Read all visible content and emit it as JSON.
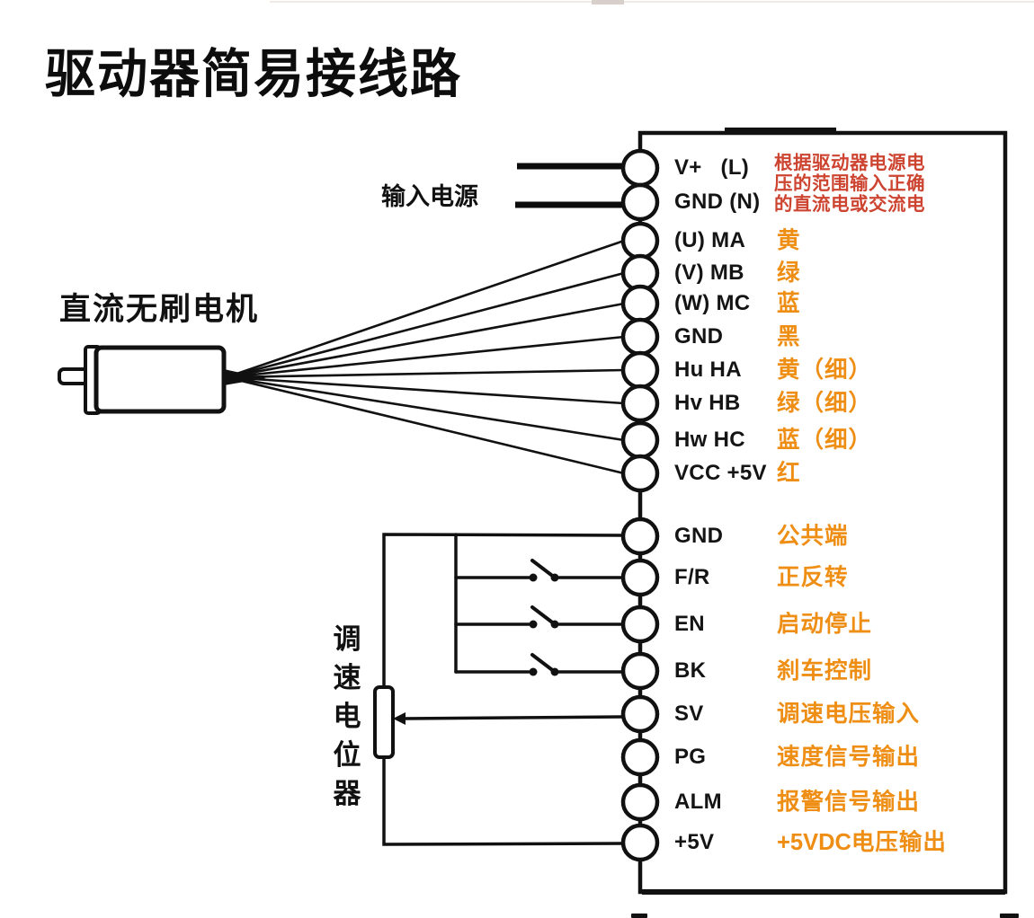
{
  "title": "驱动器简易接线路",
  "colors": {
    "orange": "#ee8e14",
    "red": "#cd4431",
    "line": "#111111"
  },
  "labels": {
    "input_power": "输入电源",
    "motor": "直流无刷电机",
    "potentiometer": "调速电位器",
    "power_note": "根据驱动器电源电\n压的范围输入正确\n的直流电或交流电"
  },
  "driver": {
    "terminals": [
      {
        "pin": "V+   (L)",
        "note": "",
        "note_strong": ""
      },
      {
        "pin": "GND (N)",
        "note": "",
        "note_strong": ""
      },
      {
        "pin": "(U) MA",
        "note": "黄",
        "note_strong": ""
      },
      {
        "pin": "(V) MB",
        "note": "绿",
        "note_strong": ""
      },
      {
        "pin": "(W) MC",
        "note": "蓝",
        "note_strong": ""
      },
      {
        "pin": "GND",
        "note": "黑",
        "note_strong": ""
      },
      {
        "pin": "Hu HA",
        "note": "黄（细）",
        "note_strong": ""
      },
      {
        "pin": "Hv HB",
        "note": "绿（细）",
        "note_strong": ""
      },
      {
        "pin": "Hw HC",
        "note": "蓝（细）",
        "note_strong": ""
      },
      {
        "pin": "VCC +5V",
        "note": "红",
        "note_strong": ""
      },
      {
        "pin": "GND",
        "note": "公共端",
        "note_strong": ""
      },
      {
        "pin": "F/R",
        "note": "正反转",
        "note_strong": ""
      },
      {
        "pin": "EN",
        "note": "启动停止",
        "note_strong": ""
      },
      {
        "pin": "BK",
        "note": "刹车控制",
        "note_strong": ""
      },
      {
        "pin": "SV",
        "note": "调速电压输入",
        "note_strong": ""
      },
      {
        "pin": "PG",
        "note": "速度信号输出",
        "note_strong": ""
      },
      {
        "pin": "ALM",
        "note": "报警信号输出",
        "note_strong": ""
      },
      {
        "pin": "+5V",
        "note": "电压输出",
        "note_strong": "+5VDC"
      }
    ]
  }
}
